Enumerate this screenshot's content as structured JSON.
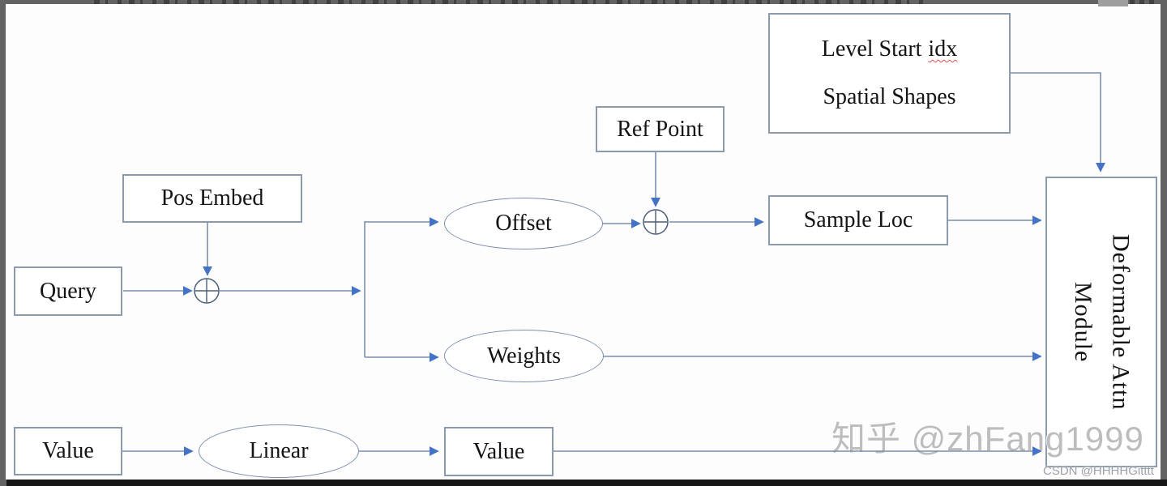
{
  "nodes": {
    "query": {
      "label": "Query"
    },
    "pos_embed": {
      "label": "Pos Embed"
    },
    "level_start": {
      "line1_prefix": "Level Start",
      "line1_underlined": "idx",
      "line2": "Spatial Shapes"
    },
    "ref_point": {
      "label": "Ref Point"
    },
    "offset": {
      "label": "Offset"
    },
    "weights": {
      "label": "Weights"
    },
    "sample_loc": {
      "label": "Sample Loc"
    },
    "value_in": {
      "label": "Value"
    },
    "linear": {
      "label": "Linear"
    },
    "value_out": {
      "label": "Value"
    },
    "deformable": {
      "line1": "Deformable Attn",
      "line2": "Module"
    }
  },
  "watermarks": {
    "zhihu": "知乎 @zhFang1999",
    "csdn": "CSDN @HHHHGitttt"
  },
  "colors": {
    "arrow": "#4472c4",
    "line": "#7b8fb0",
    "box_border": "#8d9aad",
    "ellipse_border": "#7e8fab",
    "plus": "#4b5c77",
    "node_text": "#141414",
    "frame": "#636363",
    "canvas": "#fdfdfd",
    "watermark": "#bdbdbd",
    "watermark_small": "#9ba1a8",
    "squiggle": "#e04f4f"
  }
}
